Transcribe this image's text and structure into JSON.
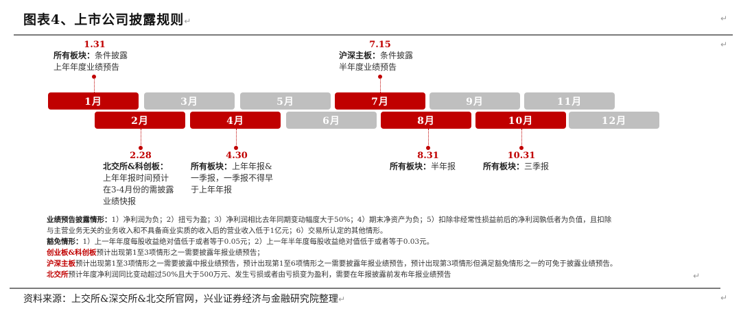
{
  "header": {
    "title": "图表4、上市公司披露规则",
    "return_mark": "↵"
  },
  "timeline": {
    "months_top": [
      {
        "label": "1月",
        "highlight": true
      },
      {
        "label": "3月",
        "highlight": false
      },
      {
        "label": "5月",
        "highlight": false
      },
      {
        "label": "7月",
        "highlight": true
      },
      {
        "label": "9月",
        "highlight": false
      },
      {
        "label": "11月",
        "highlight": false
      }
    ],
    "months_bottom": [
      {
        "label": "2月",
        "highlight": true
      },
      {
        "label": "4月",
        "highlight": true
      },
      {
        "label": "6月",
        "highlight": false
      },
      {
        "label": "8月",
        "highlight": true
      },
      {
        "label": "10月",
        "highlight": true
      },
      {
        "label": "12月",
        "highlight": false
      }
    ],
    "events_top": [
      {
        "date": "1.31",
        "board": "所有板块：",
        "lines": [
          "条件披露",
          "上年年度业绩预告"
        ]
      },
      {
        "date": "7.15",
        "board": "沪深主板：",
        "lines": [
          "条件披露",
          "半年度业绩预告"
        ]
      }
    ],
    "events_bottom": [
      {
        "date": "2.28",
        "board": "北交所&科创板：",
        "lines": [
          "上年年报时间预计",
          "在3-4月份的需披露",
          "业绩快报"
        ]
      },
      {
        "date": "4.30",
        "board": "所有板块：",
        "lines": [
          "上年年报&",
          "一季报，一季报不得早",
          "于上年年报"
        ]
      },
      {
        "date": "8.31",
        "board": "所有板块：",
        "lines": [
          "半年报"
        ]
      },
      {
        "date": "10.31",
        "board": "所有板块：",
        "lines": [
          "三季报"
        ]
      }
    ]
  },
  "rules": {
    "forecast_label": "业绩预告披露情形：",
    "forecast_text_1": "1）净利润为负；2）扭亏为盈；3）净利润相比去年同期变动幅度大于50%；4）期末净资产为负；5）扣除非经常性损益前后的净利润孰低者为负值，且扣除",
    "forecast_text_2": "与主营业务无关的业务收入和不具备商业实质的收入后的营业收入低于1亿元；6）交易所认定的其他情形。",
    "exempt_label": "豁免情形：",
    "exempt_text": "1）上一年年度每股收益绝对值低于或者等于0.05元；2）上一年半年度每股收益绝对值低于或者等于0.03元。",
    "chinext_label": "创业板&科创板",
    "chinext_text": "预计出现第1至3项情形之一需要披露年报业绩预告；",
    "main_label": "沪深主板",
    "main_text": "预计出现第1至3项情形之一需要披露中报业绩预告，预计出现第1至6项情形之一需要披露年报业绩预告，预计出现第3项情形但满足豁免情形之一的可免于披露业绩预告。",
    "bse_label": "北交所",
    "bse_text": "预计年度净利润同比变动超过50%且大于500万元、发生亏损或者由亏损变为盈利，需要在年报披露前发布年报业绩预告"
  },
  "footer": {
    "source": "资料来源：上交所&深交所&北交所官网，兴业证券经济与金融研究院整理"
  },
  "colors": {
    "accent_red": "#c00000",
    "inactive_grey": "#bfbfbf",
    "rule_grey": "#7a7a7a"
  }
}
